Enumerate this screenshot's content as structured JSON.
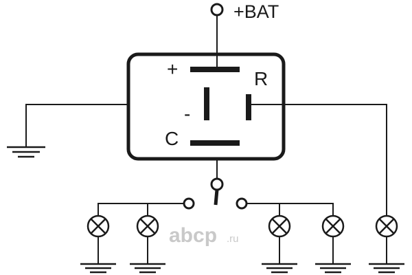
{
  "labels": {
    "battery": "+BAT",
    "positive": "+",
    "negative": "-",
    "terminal_r": "R",
    "terminal_c": "C"
  },
  "watermark": {
    "main": "abcp",
    "suffix": ".ru"
  }
}
